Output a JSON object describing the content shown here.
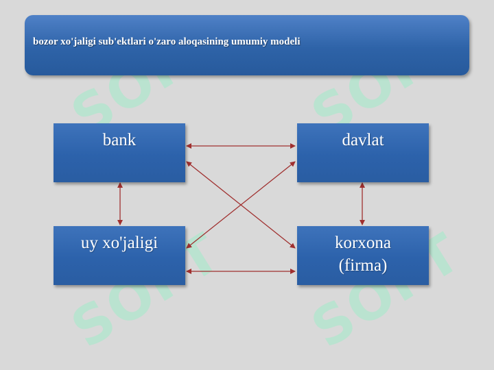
{
  "title": "bozor xo'jaligi sub'ektlari o'zaro aloqasining umumiy modeli",
  "nodes": {
    "bank": "bank",
    "davlat": "davlat",
    "household": "uy xo'jaligi",
    "firm_line1": "korxona",
    "firm_line2": "(firma)"
  },
  "watermark_text": "SOFT",
  "colors": {
    "background": "#d9d9d9",
    "box_blue": "#2e63a8",
    "arrow": "#a0302f",
    "watermark": "#a0ebc8"
  }
}
